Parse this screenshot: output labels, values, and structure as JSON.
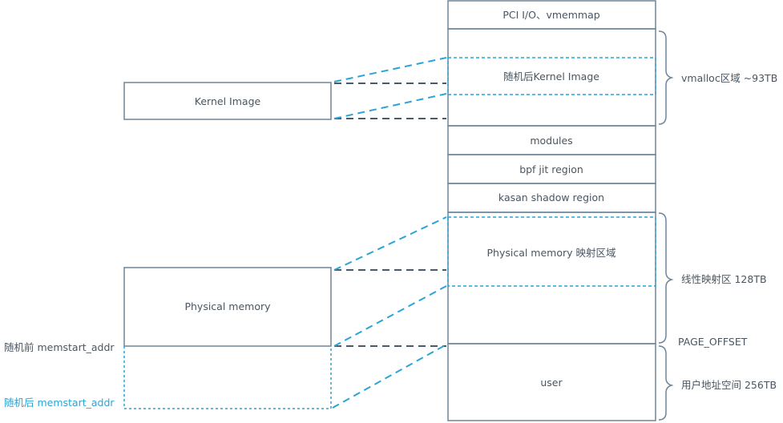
{
  "memory_map": {
    "pci_io_vmemmap": "PCI I/O、vmemmap",
    "random_kernel_image": "随机后Kernel Image",
    "modules": "modules",
    "bpf_jit_region": "bpf jit region",
    "kasan_shadow_region": "kasan shadow region",
    "physical_memory_mapping": "Physical memory 映射区域",
    "user": "user"
  },
  "left_boxes": {
    "kernel_image": "Kernel Image",
    "physical_memory": "Physical memory"
  },
  "annotations": {
    "vmalloc_region": "vmalloc区域 ~93TB",
    "linear_mapping": "线性映射区 128TB",
    "page_offset": "PAGE_OFFSET",
    "user_space": "用户地址空间 256TB",
    "memstart_before": "随机前 memstart_addr",
    "memstart_after": "随机后 memstart_addr"
  },
  "colors": {
    "box_stroke": "#6e8599",
    "dashed_gray": "#4a5a68",
    "dashed_blue": "#2aa4d6",
    "text": "#4a5560",
    "text_blue": "#2aa4d6"
  }
}
